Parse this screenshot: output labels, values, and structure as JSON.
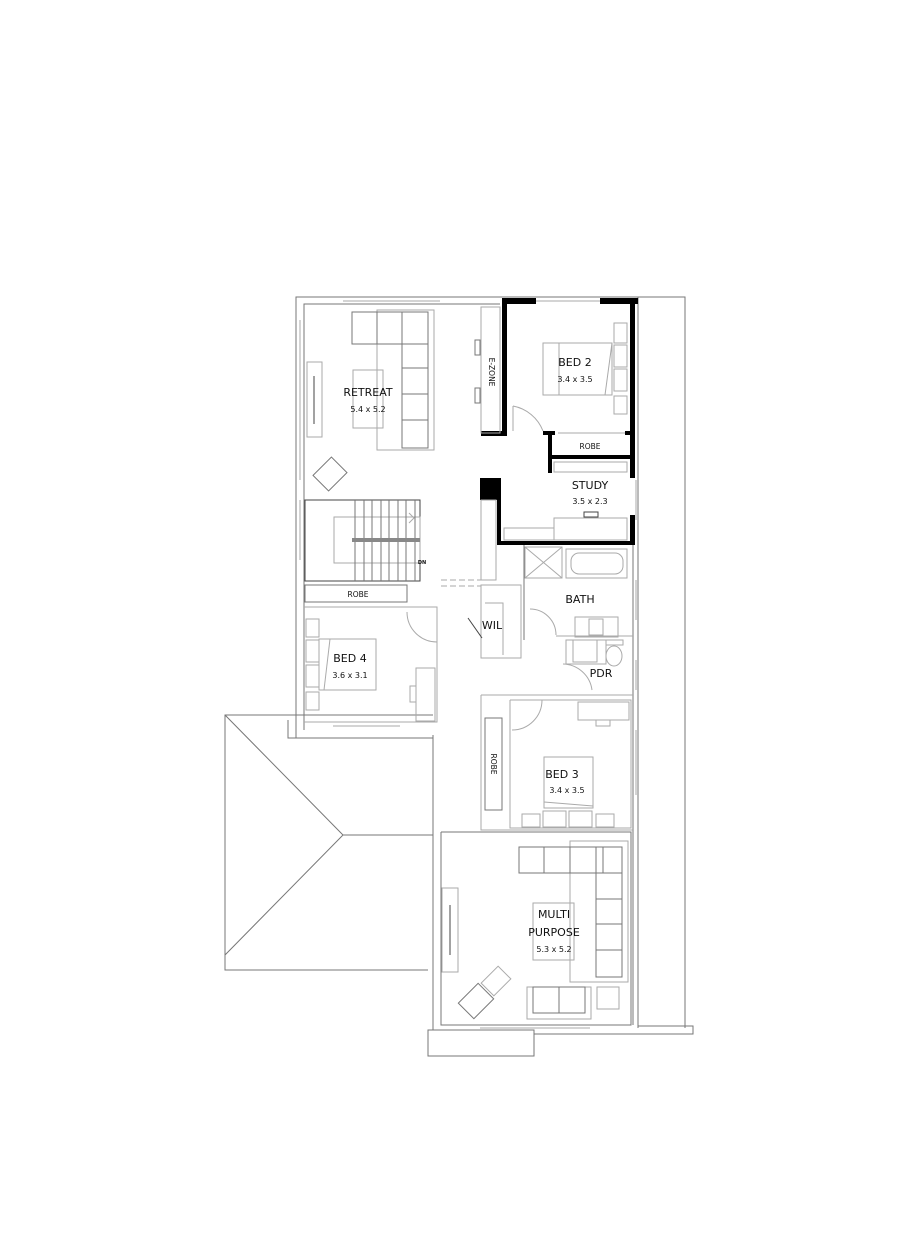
{
  "plan": {
    "rooms": [
      {
        "id": "retreat",
        "name": "RETREAT",
        "size": "5.4 x 5.2"
      },
      {
        "id": "bed2",
        "name": "BED 2",
        "size": "3.4 x 3.5"
      },
      {
        "id": "study",
        "name": "STUDY",
        "size": "3.5 x 2.3"
      },
      {
        "id": "bed4",
        "name": "BED 4",
        "size": "3.6 x 3.1"
      },
      {
        "id": "bed3",
        "name": "BED 3",
        "size": "3.4 x 3.5"
      },
      {
        "id": "multi",
        "name_line1": "MULTI",
        "name_line2": "PURPOSE",
        "size": "5.3 x 5.2"
      }
    ],
    "labels": {
      "ezone": "E-ZONE",
      "robe_bed2": "ROBE",
      "robe_bed4": "ROBE",
      "robe_bed3": "ROBE",
      "bath": "BATH",
      "wil": "WIL",
      "pdr": "PDR",
      "stair_dn": "DN"
    },
    "colors": {
      "walls": "#000000",
      "lines": "#777777",
      "background": "#ffffff"
    }
  }
}
